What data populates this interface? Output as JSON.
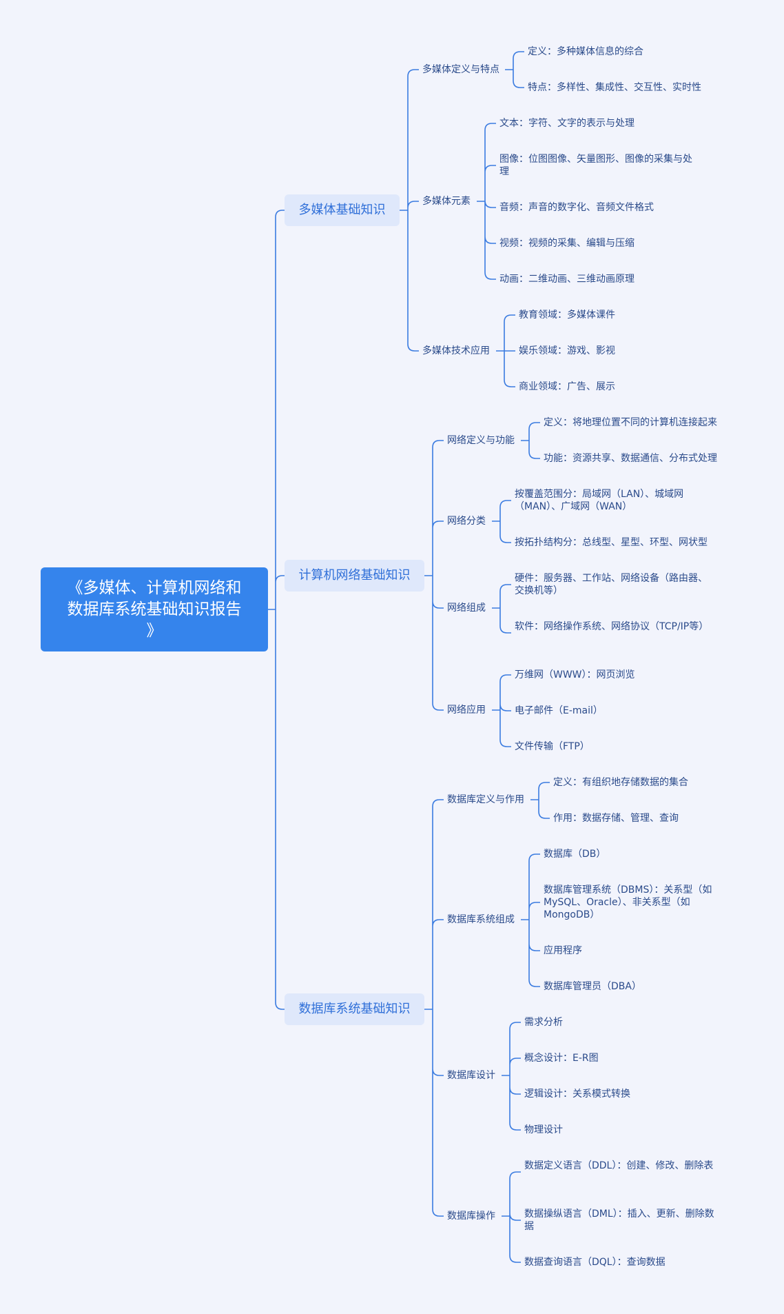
{
  "root": {
    "title_line1": "《多媒体、计算机网络和",
    "title_line2": "数据库系统基础知识报告",
    "title_line3": "》"
  },
  "branches": [
    {
      "label": "多媒体基础知识",
      "children": [
        {
          "label": "多媒体定义与特点",
          "children": [
            "定义：多种媒体信息的综合",
            "特点：多样性、集成性、交互性、实时性"
          ]
        },
        {
          "label": "多媒体元素",
          "children": [
            "文本：字符、文字的表示与处理",
            "图像：位图图像、矢量图形、图像的采集与处理",
            "音频：声音的数字化、音频文件格式",
            "视频：视频的采集、编辑与压缩",
            "动画：二维动画、三维动画原理"
          ]
        },
        {
          "label": "多媒体技术应用",
          "children": [
            "教育领域：多媒体课件",
            "娱乐领域：游戏、影视",
            "商业领域：广告、展示"
          ]
        }
      ]
    },
    {
      "label": "计算机网络基础知识",
      "children": [
        {
          "label": "网络定义与功能",
          "children": [
            "定义：将地理位置不同的计算机连接起来",
            "功能：资源共享、数据通信、分布式处理"
          ]
        },
        {
          "label": "网络分类",
          "children": [
            "按覆盖范围分：局域网（LAN）、城域网（MAN）、广域网（WAN）",
            "按拓扑结构分：总线型、星型、环型、网状型"
          ]
        },
        {
          "label": "网络组成",
          "children": [
            "硬件：服务器、工作站、网络设备（路由器、交换机等）",
            "软件：网络操作系统、网络协议（TCP/IP等）"
          ]
        },
        {
          "label": "网络应用",
          "children": [
            "万维网（WWW）：网页浏览",
            "电子邮件（E-mail）",
            "文件传输（FTP）"
          ]
        }
      ]
    },
    {
      "label": "数据库系统基础知识",
      "children": [
        {
          "label": "数据库定义与作用",
          "children": [
            "定义：有组织地存储数据的集合",
            "作用：数据存储、管理、查询"
          ]
        },
        {
          "label": "数据库系统组成",
          "children": [
            "数据库（DB）",
            "数据库管理系统（DBMS）：关系型（如MySQL、Oracle）、非关系型（如MongoDB）",
            "应用程序",
            "数据库管理员（DBA）"
          ]
        },
        {
          "label": "数据库设计",
          "children": [
            "需求分析",
            "概念设计：E-R图",
            "逻辑设计：关系模式转换",
            "物理设计"
          ]
        },
        {
          "label": "数据库操作",
          "children": [
            "数据定义语言（DDL）：创建、修改、删除表",
            "数据操纵语言（DML）：插入、更新、删除数据",
            "数据查询语言（DQL）：查询数据"
          ]
        }
      ]
    }
  ],
  "colors": {
    "background": "#f2f4fc",
    "root": "#3584ec",
    "branch_bg": "#dfe8fb",
    "line": "#3a7be0",
    "text": "#2a4a8a"
  }
}
